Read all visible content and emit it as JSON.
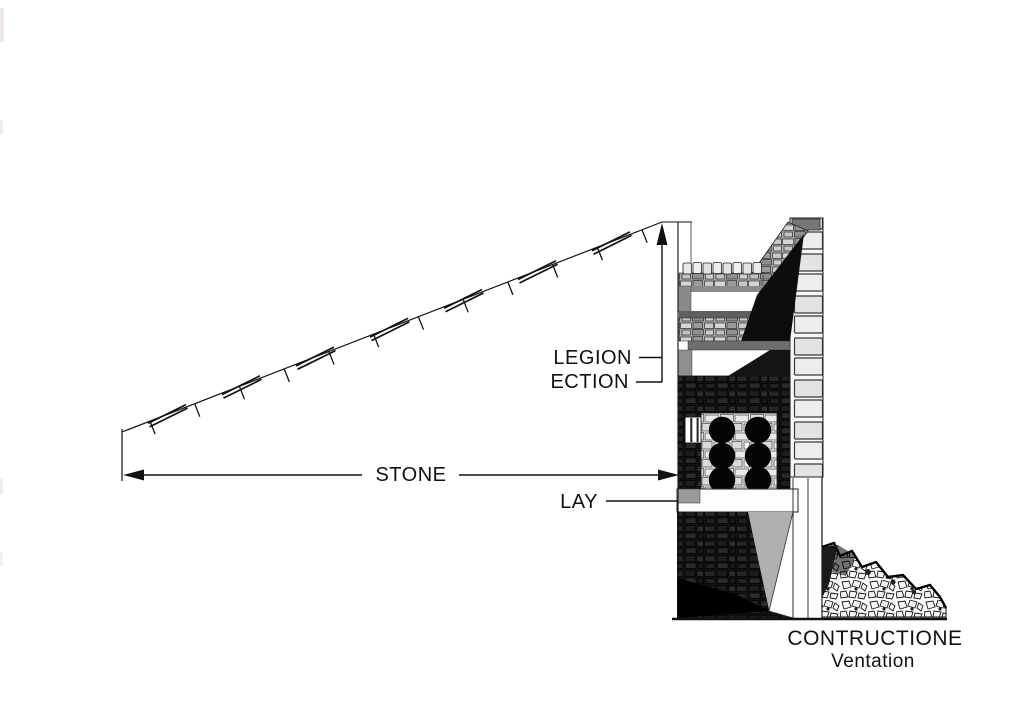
{
  "page": {
    "background": "#ffffff",
    "ink_color": "#111111"
  },
  "drawing": {
    "type": "architectural-section-diagram",
    "annotations": {
      "legion_label": "LEGION",
      "ection_label": "ECTION",
      "stone_label": "STONE",
      "lay_label": "LAY"
    },
    "caption": {
      "line1": "CONTRUCTIONE",
      "line2": "Ventation"
    },
    "colors": {
      "ink": "#111111",
      "shadow_black": "#0d0d0d",
      "slab_gray": "#8a8a8a",
      "stone_light": "#ececec",
      "stone_medium": "#adadad",
      "interior_dark": "#141414"
    }
  }
}
